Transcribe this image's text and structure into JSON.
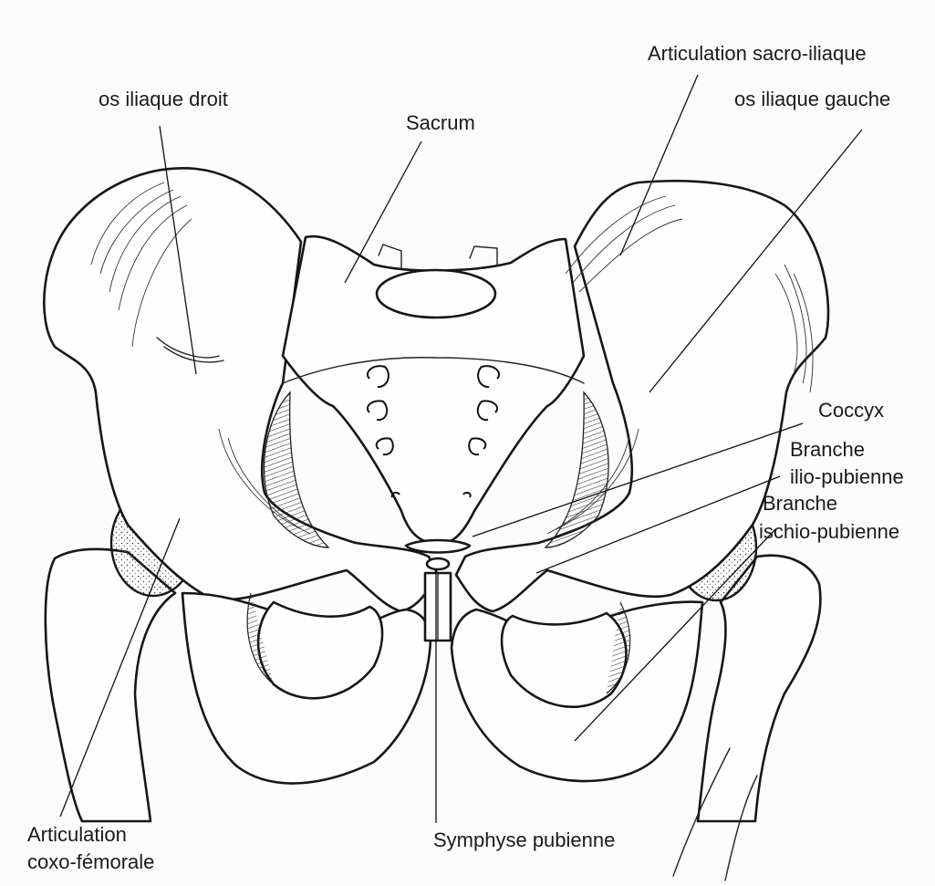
{
  "labels": {
    "os_iliaque_droit": "os iliaque droit",
    "articulation_sacro_iliaque": "Articulation sacro-iliaque",
    "os_iliaque_gauche": "os iliaque gauche",
    "sacrum": "Sacrum",
    "coccyx": "Coccyx",
    "branche_ilio_pubienne_1": "Branche",
    "branche_ilio_pubienne_2": "ilio-pubienne",
    "branche_ischio_pubienne_1": "Branche",
    "branche_ischio_pubienne_2": "ischio-pubienne",
    "articulation_coxo_femorale_1": "Articulation",
    "articulation_coxo_femorale_2": "coxo-fémorale",
    "symphyse_pubienne": "Symphyse pubienne"
  },
  "colors": {
    "ink": "#161616",
    "paper": "#fcfcfc"
  }
}
